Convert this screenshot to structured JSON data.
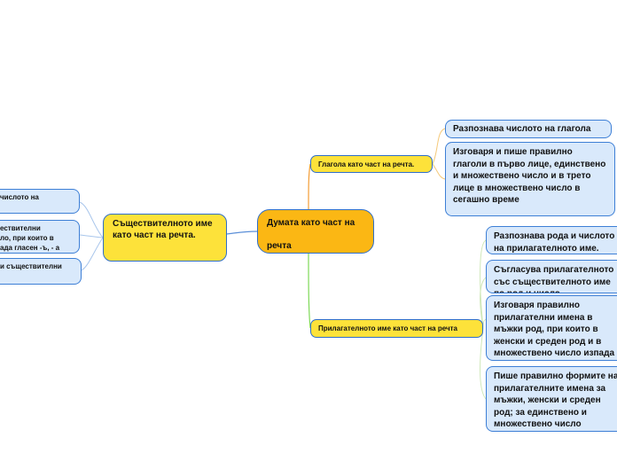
{
  "center": {
    "label": "Думата като част на\n\nречта"
  },
  "verb": {
    "label": "Глагола като част на речта.",
    "children": [
      "Разпознава числото на глагола",
      "Изговаря и пише правилно глаголи в първо лице, единствено и множествено число и в трето лице в множествено число в сегашно време"
    ]
  },
  "adjective": {
    "label": "Прилагателното име като част на речта",
    "children": [
      "Разпознава рода и числото на прилагателното име.",
      "Съгласува прилагателното със съществителното име по род и число",
      "Изговаря правилно прилагателни имена в мъжки род, при които в женски и среден род и в множествено число изпада гласен звук",
      "Пише правилно формите на прилагателните имена за мъжки, женски и среден род; за единствено и множествено число"
    ]
  },
  "noun": {
    "label": "Съществителното име като част на речта.",
    "children": [
      "числото на",
      "ествителни\nло, при които в\nада гласен -ъ, - а",
      "и съществителни"
    ]
  },
  "colors": {
    "center": "#fbb714",
    "topic": "#fde23a",
    "leaf": "#d9e9fb",
    "leaf_border": "#3d7fd6",
    "verb_branch": "#f39c34",
    "adjective_branch": "#7ed957",
    "noun_branch": "#5b8fd8",
    "leaf_branch": "#f5c97a"
  }
}
